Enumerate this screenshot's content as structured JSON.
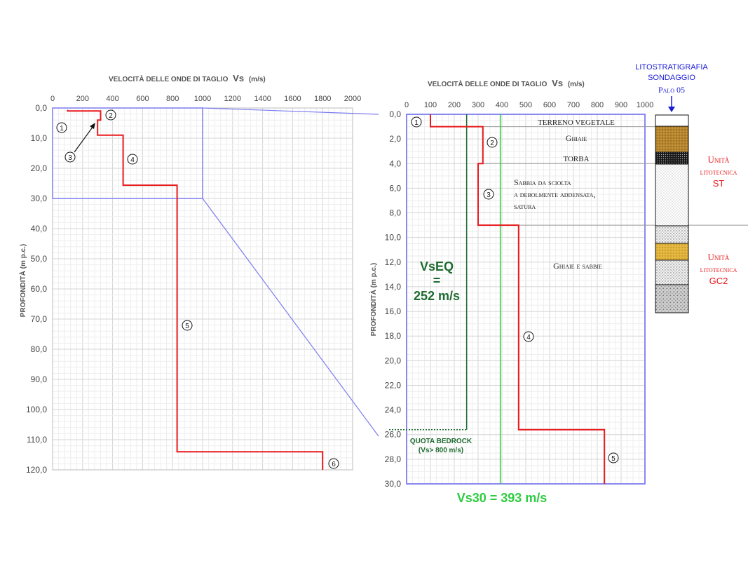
{
  "chart_data": [
    {
      "type": "line",
      "title": "",
      "xlabel": "VELOCITÀ DELLE ONDE DI TAGLIO Vs (m/s)",
      "ylabel": "PROFONDITÀ (m p.c.)",
      "xlim": [
        0,
        2000
      ],
      "ylim": [
        0,
        120
      ],
      "y_inverted": true,
      "x_position": "top",
      "grid": true,
      "xticks": [
        "0",
        "200",
        "400",
        "600",
        "800",
        "1000",
        "1200",
        "1400",
        "1600",
        "1800",
        "2000"
      ],
      "yticks": [
        "0,0",
        "10,0",
        "20,0",
        "30,0",
        "40,0",
        "50,0",
        "60,0",
        "70,0",
        "80,0",
        "90,0",
        "100,0",
        "110,0",
        "120,0"
      ],
      "series": [
        {
          "color": "#e8191c",
          "points": [
            [
              100,
              0.6
            ],
            [
              100,
              1
            ],
            [
              320,
              1
            ],
            [
              320,
              4
            ],
            [
              300,
              4
            ],
            [
              300,
              9
            ],
            [
              470,
              9
            ],
            [
              470,
              25.6
            ],
            [
              830,
              25.6
            ],
            [
              830,
              114
            ],
            [
              1800,
              114
            ],
            [
              1800,
              120
            ]
          ]
        }
      ],
      "layer_markers": [
        "1",
        "2",
        "3",
        "4",
        "5",
        "6"
      ],
      "zoom_box": {
        "x": [
          0,
          1000
        ],
        "y": [
          0,
          30
        ]
      }
    },
    {
      "type": "line",
      "title": "",
      "xlabel": "VELOCITÀ DELLE ONDE DI TAGLIO Vs (m/s)",
      "ylabel": "PROFONDITÀ (m p.c.)",
      "xlim": [
        0,
        1000
      ],
      "ylim": [
        0,
        30
      ],
      "y_inverted": true,
      "x_position": "top",
      "grid": true,
      "xticks": [
        "0",
        "100",
        "200",
        "300",
        "400",
        "500",
        "600",
        "700",
        "800",
        "900",
        "1000"
      ],
      "yticks": [
        "0,0",
        "2,0",
        "4,0",
        "6,0",
        "8,0",
        "10,0",
        "12,0",
        "14,0",
        "16,0",
        "18,0",
        "20,0",
        "22,0",
        "24,0",
        "26,0",
        "28,0",
        "30,0"
      ],
      "series": [
        {
          "color": "#e8191c",
          "points": [
            [
              100,
              0
            ],
            [
              100,
              1
            ],
            [
              320,
              1
            ],
            [
              320,
              4
            ],
            [
              300,
              4
            ],
            [
              300,
              9
            ],
            [
              470,
              9
            ],
            [
              470,
              25.6
            ],
            [
              830,
              25.6
            ],
            [
              830,
              30
            ]
          ]
        }
      ],
      "reference_lines": [
        {
          "label": "VsEQ = 252 m/s",
          "x": 252,
          "y_to": 25.6,
          "color": "#1e6b30"
        },
        {
          "label": "Vs30 = 393 m/s",
          "x": 393,
          "y_to": 30,
          "color": "#2ecc40"
        }
      ],
      "bedrock_depth": 25.6,
      "layer_markers": [
        "1",
        "2",
        "3",
        "4",
        "5"
      ],
      "lithology_boundaries": [
        1,
        4,
        9
      ]
    }
  ],
  "labels": {
    "left_xlabel_small": "VELOCITÀ DELLE ONDE DI TAGLIO",
    "left_xlabel_big": "Vs",
    "left_xlabel_unit": "(m/s)",
    "right_xlabel_small": "VELOCITÀ DELLE ONDE DI TAGLIO",
    "right_xlabel_big": "Vs",
    "right_xlabel_unit": "(m/s)",
    "ylabel": "PROFONDITÀ (m p.c.)",
    "vseq_line1": "VsEQ",
    "vseq_line2": "=",
    "vseq_line3": "252 m/s",
    "vs30": "Vs30 = 393 m/s",
    "bedrock_line1": "QUOTA BEDROCK",
    "bedrock_line2": "(Vs> 800 m/s)",
    "strata_terreno": "TERRENO VEGETALE",
    "strata_ghiaie": "Ghiaie",
    "strata_torba": "TORBA",
    "strata_sabbia1": "Sabbia da sciolta",
    "strata_sabbia2": "a debolmente addensata,",
    "strata_sabbia3": "satura",
    "strata_ghiaie_sabbie": "Ghiaie e sabbie",
    "column_title1": "LITOSTRATIGRAFIA",
    "column_title2": "SONDAGGIO",
    "column_title3": "Palo 05",
    "unit_st1": "Unità",
    "unit_st2": "litotecnica",
    "unit_st3": "ST",
    "unit_gc1": "Unità",
    "unit_gc2": "litotecnica",
    "unit_gc3": "GC2"
  },
  "colors": {
    "profile": "#e8191c",
    "frame": "#7c7cf0",
    "vseq": "#1e6b30",
    "vs30": "#2ecc40",
    "unit_text": "#e8191c",
    "column_title": "#1a1ad6"
  }
}
